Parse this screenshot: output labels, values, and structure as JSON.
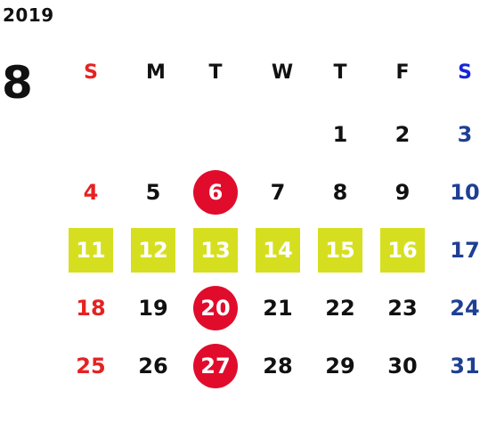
{
  "calendar": {
    "year": "2019",
    "month": "8",
    "weekdays": [
      "S",
      "M",
      "T",
      "W",
      "T",
      "F",
      "S"
    ],
    "weeks": [
      [
        "",
        "",
        "",
        "",
        "1",
        "2",
        "3"
      ],
      [
        "4",
        "5",
        "6",
        "7",
        "8",
        "9",
        "10"
      ],
      [
        "11",
        "12",
        "13",
        "14",
        "15",
        "16",
        "17"
      ],
      [
        "18",
        "19",
        "20",
        "21",
        "22",
        "23",
        "24"
      ],
      [
        "25",
        "26",
        "27",
        "28",
        "29",
        "30",
        "31"
      ]
    ],
    "highlight_block_days": [
      "11",
      "12",
      "13",
      "14",
      "15",
      "16"
    ],
    "circled_days": [
      "6",
      "20",
      "27"
    ],
    "colors": {
      "sunday": "#e52222",
      "saturday": "#1e3f93",
      "saturday_header": "#1726d6",
      "block_highlight": "#d6df1f",
      "circle_highlight": "#e10c2c",
      "text": "#111111"
    }
  }
}
